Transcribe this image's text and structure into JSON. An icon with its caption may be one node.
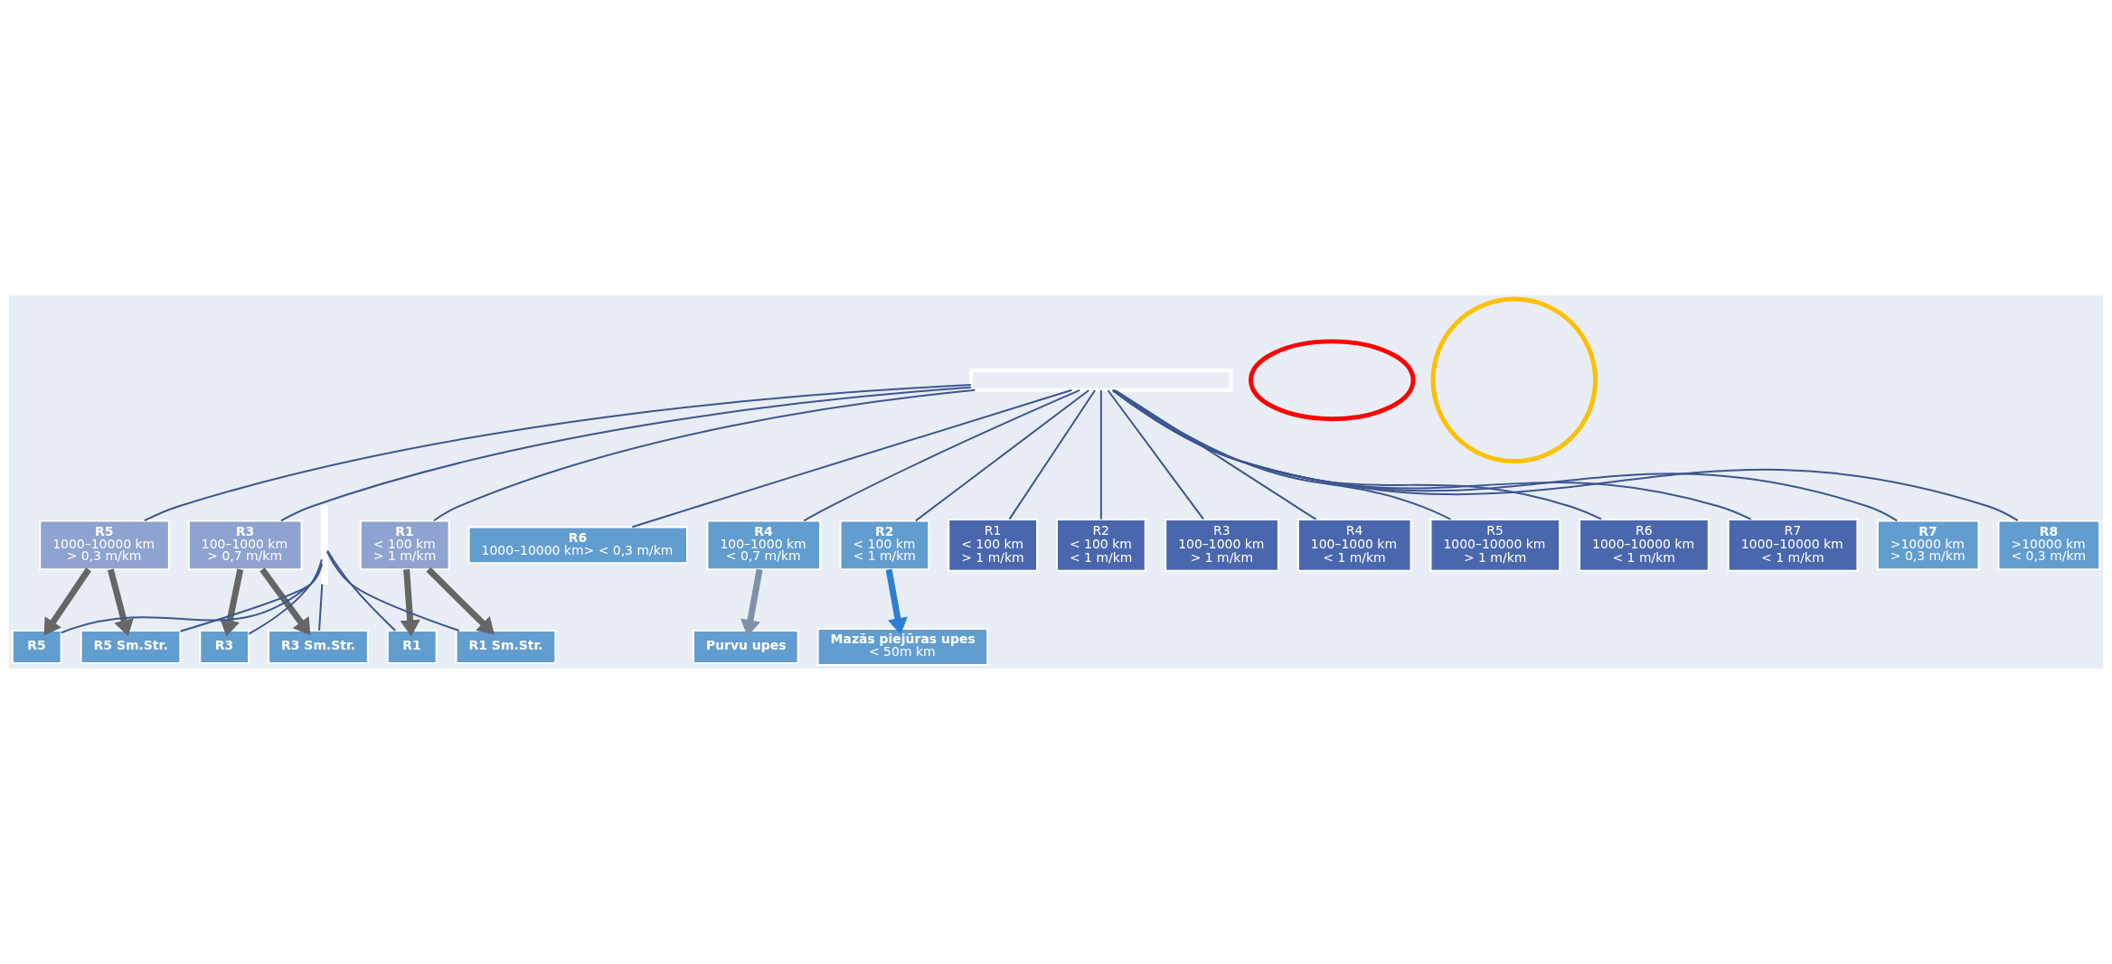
{
  "diagram": {
    "nodes": [
      {
        "text": [],
        "shape": "box"
      },
      {
        "text": [
          "R7",
          ">10000 km",
          "> 0,3 m/km"
        ]
      },
      {
        "text": [
          "R8",
          ">10000 km",
          "< 0,3 m/km"
        ]
      },
      {
        "text": [
          "R5",
          "1000–10000 km",
          "> 0,3 m/km"
        ]
      },
      {
        "text": [
          "R6",
          "1000–10000 km> < 0,3 m/km"
        ]
      },
      {
        "text": [
          "R3",
          "100–1000 km",
          "> 0,7 m/km"
        ]
      },
      {
        "text": [
          "R4",
          "100–1000 km",
          "< 0,7 m/km"
        ]
      },
      {
        "text": [
          "R1",
          "< 100 km",
          "> 1 m/km"
        ]
      },
      {
        "text": [
          "R2",
          "< 100 km",
          "< 1 m/km"
        ]
      },
      {
        "text": [
          "R5"
        ]
      },
      {
        "text": [
          "R5 Sm.Str."
        ]
      },
      {
        "text": [
          "R3"
        ]
      },
      {
        "text": [
          "R3 Sm.Str."
        ]
      },
      {
        "text": [
          "R1"
        ]
      },
      {
        "text": [
          "R1 Sm.Str."
        ]
      },
      {
        "text": [],
        "shape": "bar"
      },
      {
        "text": [
          "Purvu upes"
        ]
      },
      {
        "text": [
          "Mazās piejūras upes",
          "< 50m km"
        ]
      },
      {
        "text": [
          "R1",
          "< 100 km",
          "> 1 m/km"
        ]
      },
      {
        "text": [
          "R2",
          "< 100 km",
          "< 1 m/km"
        ]
      },
      {
        "text": [
          "R3",
          "100–1000 km",
          "> 1 m/km"
        ]
      },
      {
        "text": [
          "R4",
          "100–1000 km",
          "< 1 m/km"
        ]
      },
      {
        "text": [
          "R5",
          "1000–10000 km",
          "> 1 m/km"
        ]
      },
      {
        "text": [
          "R6",
          "1000–10000 km",
          "< 1 m/km"
        ]
      },
      {
        "text": [
          "R7",
          "1000–10000 km",
          "< 1 m/km"
        ]
      },
      {
        "text": [],
        "shape": "ellipse"
      },
      {
        "text": [],
        "shape": "circle"
      }
    ],
    "edges": [
      {
        "from": 0,
        "to": 1,
        "arrow": "none"
      },
      {
        "from": 0,
        "to": 2,
        "arrow": "none"
      },
      {
        "from": 0,
        "to": 3,
        "arrow": "none"
      },
      {
        "from": 0,
        "to": 4,
        "arrow": "none"
      },
      {
        "from": 0,
        "to": 5,
        "arrow": "none"
      },
      {
        "from": 0,
        "to": 6,
        "arrow": "none"
      },
      {
        "from": 0,
        "to": 7,
        "arrow": "none"
      },
      {
        "from": 0,
        "to": 8,
        "arrow": "none"
      },
      {
        "from": 0,
        "to": 18,
        "arrow": "none"
      },
      {
        "from": 0,
        "to": 19,
        "arrow": "none"
      },
      {
        "from": 0,
        "to": 20,
        "arrow": "none"
      },
      {
        "from": 0,
        "to": 21,
        "arrow": "none"
      },
      {
        "from": 0,
        "to": 22,
        "arrow": "none"
      },
      {
        "from": 0,
        "to": 23,
        "arrow": "none"
      },
      {
        "from": 0,
        "to": 24,
        "arrow": "none"
      },
      {
        "from": 15,
        "to": 9,
        "arrow": "none"
      },
      {
        "from": 15,
        "to": 10,
        "arrow": "none"
      },
      {
        "from": 15,
        "to": 11,
        "arrow": "none"
      },
      {
        "from": 15,
        "to": 12,
        "arrow": "none"
      },
      {
        "from": 15,
        "to": 13,
        "arrow": "none"
      },
      {
        "from": 15,
        "to": 14,
        "arrow": "none"
      },
      {
        "from": 3,
        "to": 9,
        "arrow": "to",
        "style": "thick",
        "color": "#666666"
      },
      {
        "from": 3,
        "to": 10,
        "arrow": "to",
        "style": "thick",
        "color": "#666666"
      },
      {
        "from": 5,
        "to": 11,
        "arrow": "to",
        "style": "thick",
        "color": "#666666"
      },
      {
        "from": 5,
        "to": 12,
        "arrow": "to",
        "style": "thick",
        "color": "#666666"
      },
      {
        "from": 7,
        "to": 13,
        "arrow": "to",
        "style": "thick",
        "color": "#666666"
      },
      {
        "from": 7,
        "to": 14,
        "arrow": "to",
        "style": "thick",
        "color": "#666666"
      },
      {
        "from": 6,
        "to": 16,
        "arrow": "to",
        "style": "thick",
        "color": "#8090a8"
      },
      {
        "from": 8,
        "to": 17,
        "arrow": "to",
        "style": "thick",
        "color": "#2b7fd4"
      }
    ]
  }
}
